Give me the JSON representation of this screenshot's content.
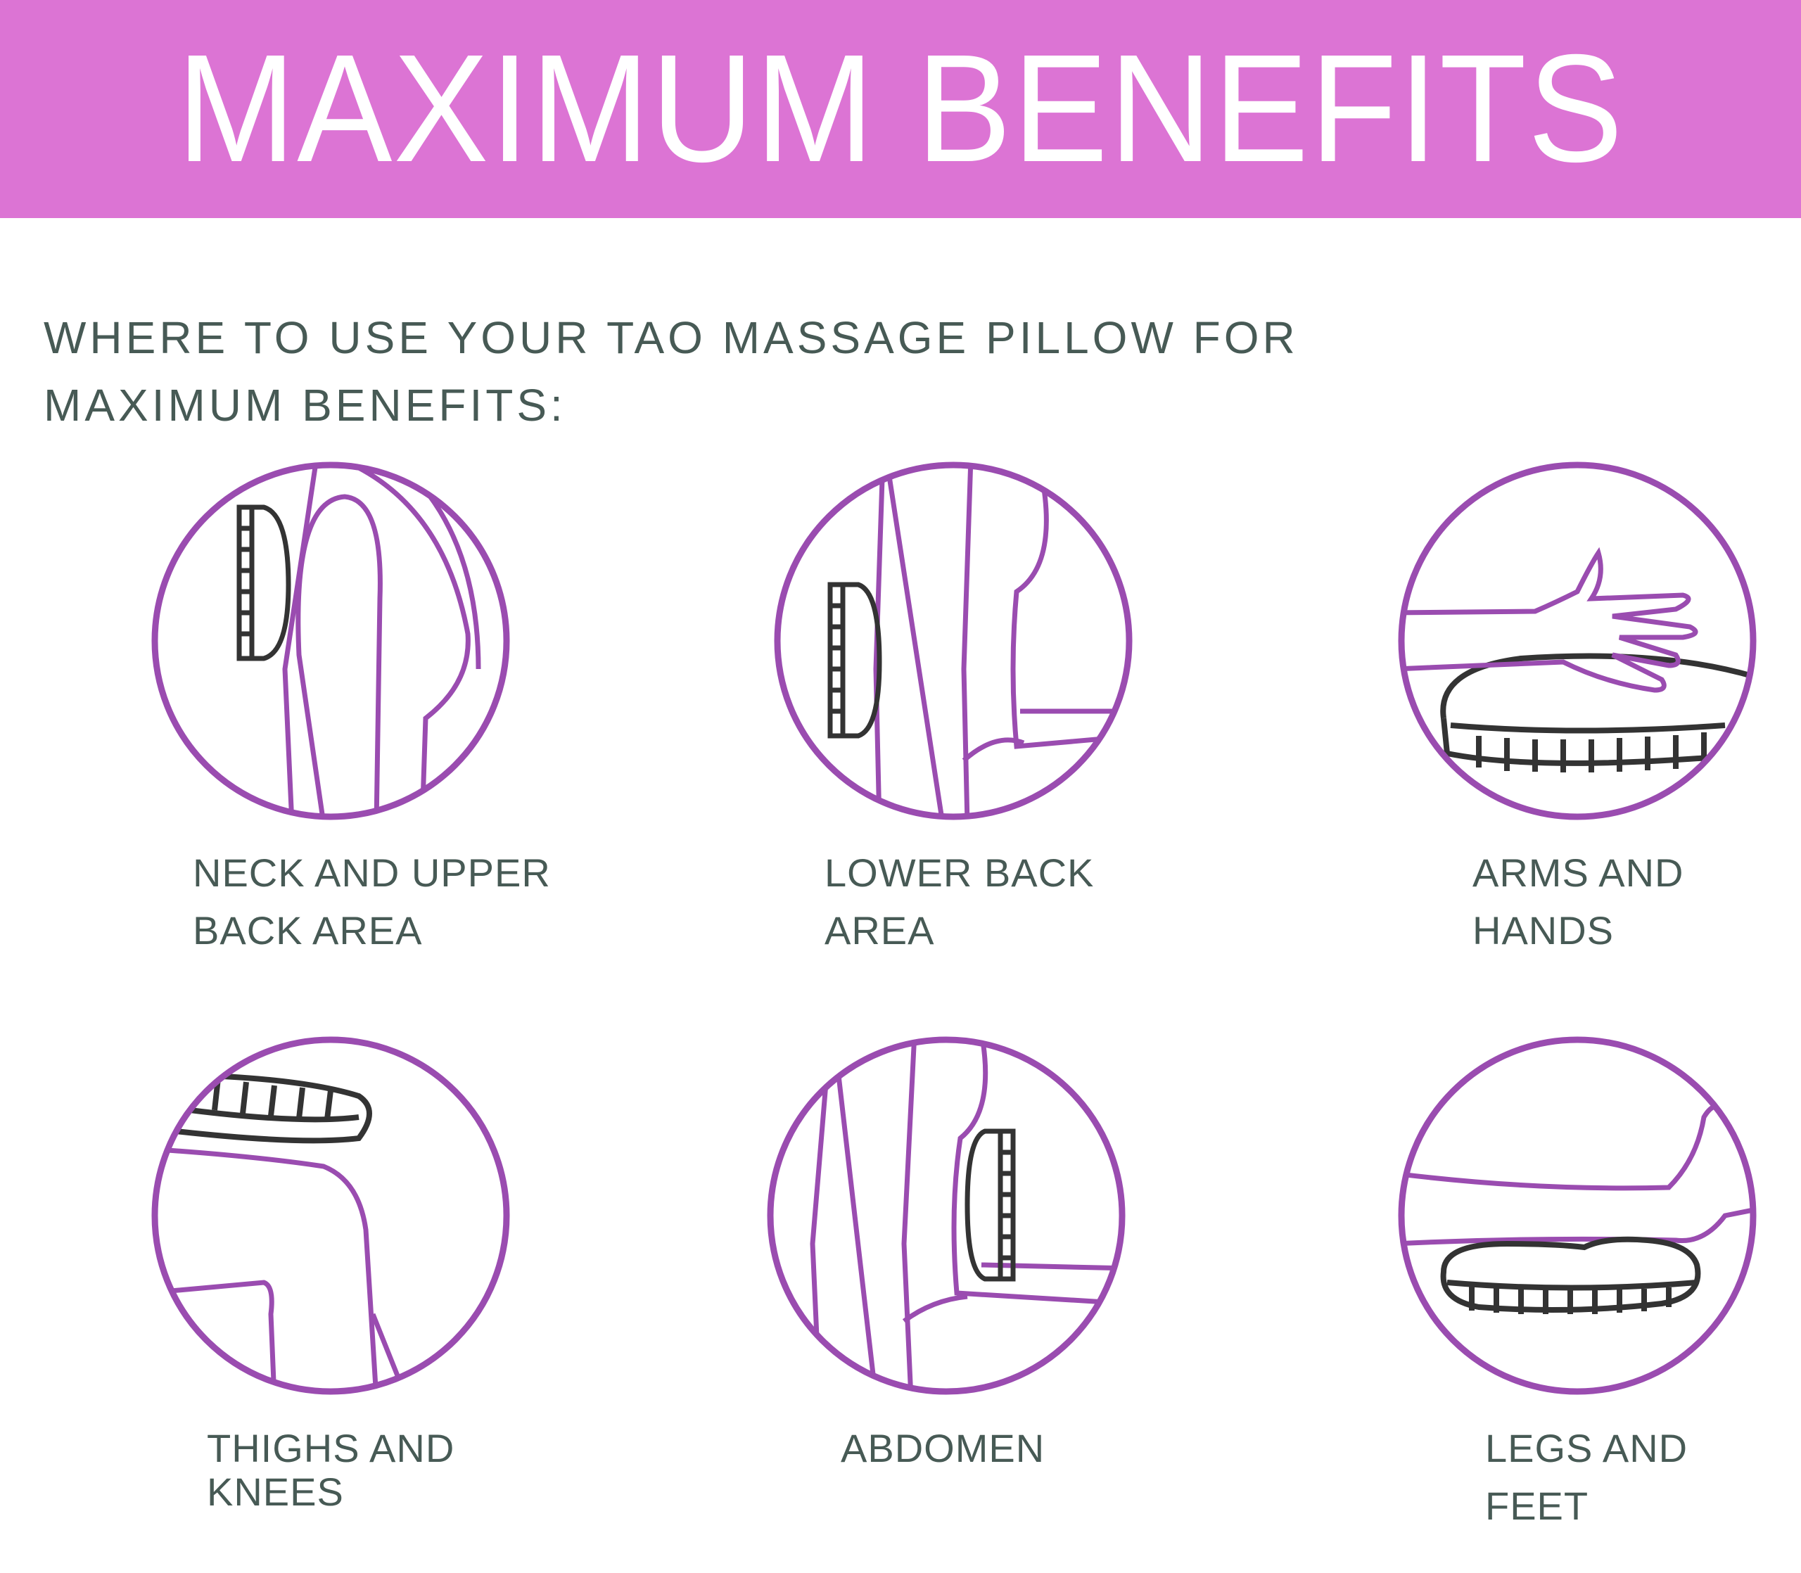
{
  "banner": {
    "title": "MAXIMUM BENEFITS"
  },
  "intro": {
    "line1": "WHERE TO USE YOUR TAO MASSAGE PILLOW FOR",
    "line2": "MAXIMUM BENEFITS:"
  },
  "areas": [
    {
      "line1": "NECK AND UPPER",
      "line2": "BACK AREA",
      "icon": "neck-upper-back-icon"
    },
    {
      "line1": "LOWER BACK",
      "line2": "AREA",
      "icon": "lower-back-icon"
    },
    {
      "line1": "ARMS AND",
      "line2": "HANDS",
      "icon": "arms-hands-icon"
    },
    {
      "line1": "THIGHS AND",
      "line2": "KNEES",
      "icon": "thighs-knees-icon"
    },
    {
      "line1": "ABDOMEN",
      "line2": "",
      "icon": "abdomen-icon"
    },
    {
      "line1": "LEGS AND",
      "line2": "FEET",
      "icon": "legs-feet-icon"
    }
  ],
  "colors": {
    "banner": "#dc74d4",
    "circle": "#9a4cb0",
    "text": "#475a55",
    "pillow": "#333333"
  }
}
